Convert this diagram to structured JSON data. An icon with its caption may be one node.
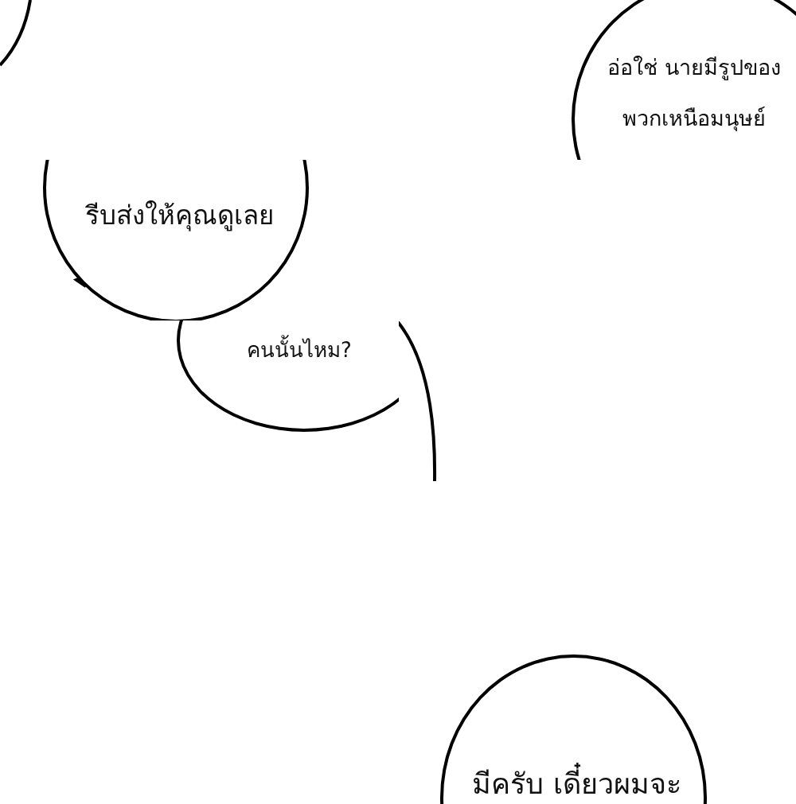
{
  "diagram": {
    "nodes": [
      {
        "text": [
          "อ่อใช่ นายมีรูปของ พวกเหนือมนุษย์"
        ]
      },
      {
        "text": [
          "รีบส่งให้คุณดูเลย"
        ]
      },
      {
        "text": [
          "คนนั้นไหม?"
        ]
      },
      {
        "text": [
          "มีครับ เดี๋ยวผมจะ"
        ]
      }
    ]
  }
}
